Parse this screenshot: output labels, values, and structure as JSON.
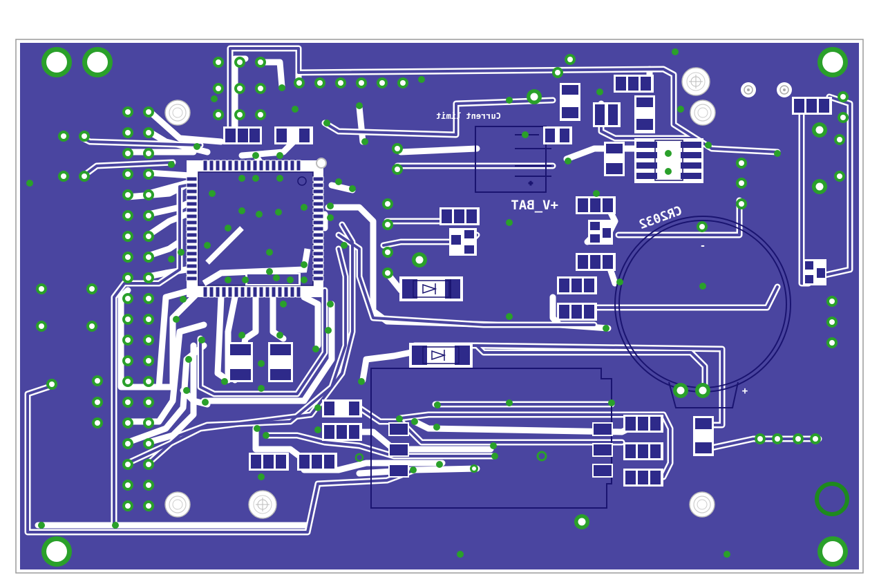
{
  "board": {
    "colors": {
      "background": "#ffffff",
      "outline": "#9a9a9a",
      "copper_pour": "#4a45a0",
      "trace": "#4a45a0",
      "clearance": "#ffffff",
      "pad": "#3a3390",
      "via": "#2aa02a",
      "via_hole": "#ffffff",
      "silkscreen": "#ffffff",
      "outline_dark": "#1a1470",
      "large_ring": "#1e8a1e"
    }
  },
  "labels": {
    "current_limit": "Current limit",
    "vbat": "+V_BAT",
    "cr2032": "CR2032",
    "plus": "+",
    "minus": "-"
  },
  "icons": {
    "via": "via-icon",
    "mounting_hole": "mounting-hole-icon",
    "fiducial": "fiducial-icon",
    "smd_pad": "smd-pad-icon",
    "ic": "ic-chip-icon",
    "coin_cell": "coin-cell-holder-icon",
    "diode": "diode-icon"
  }
}
